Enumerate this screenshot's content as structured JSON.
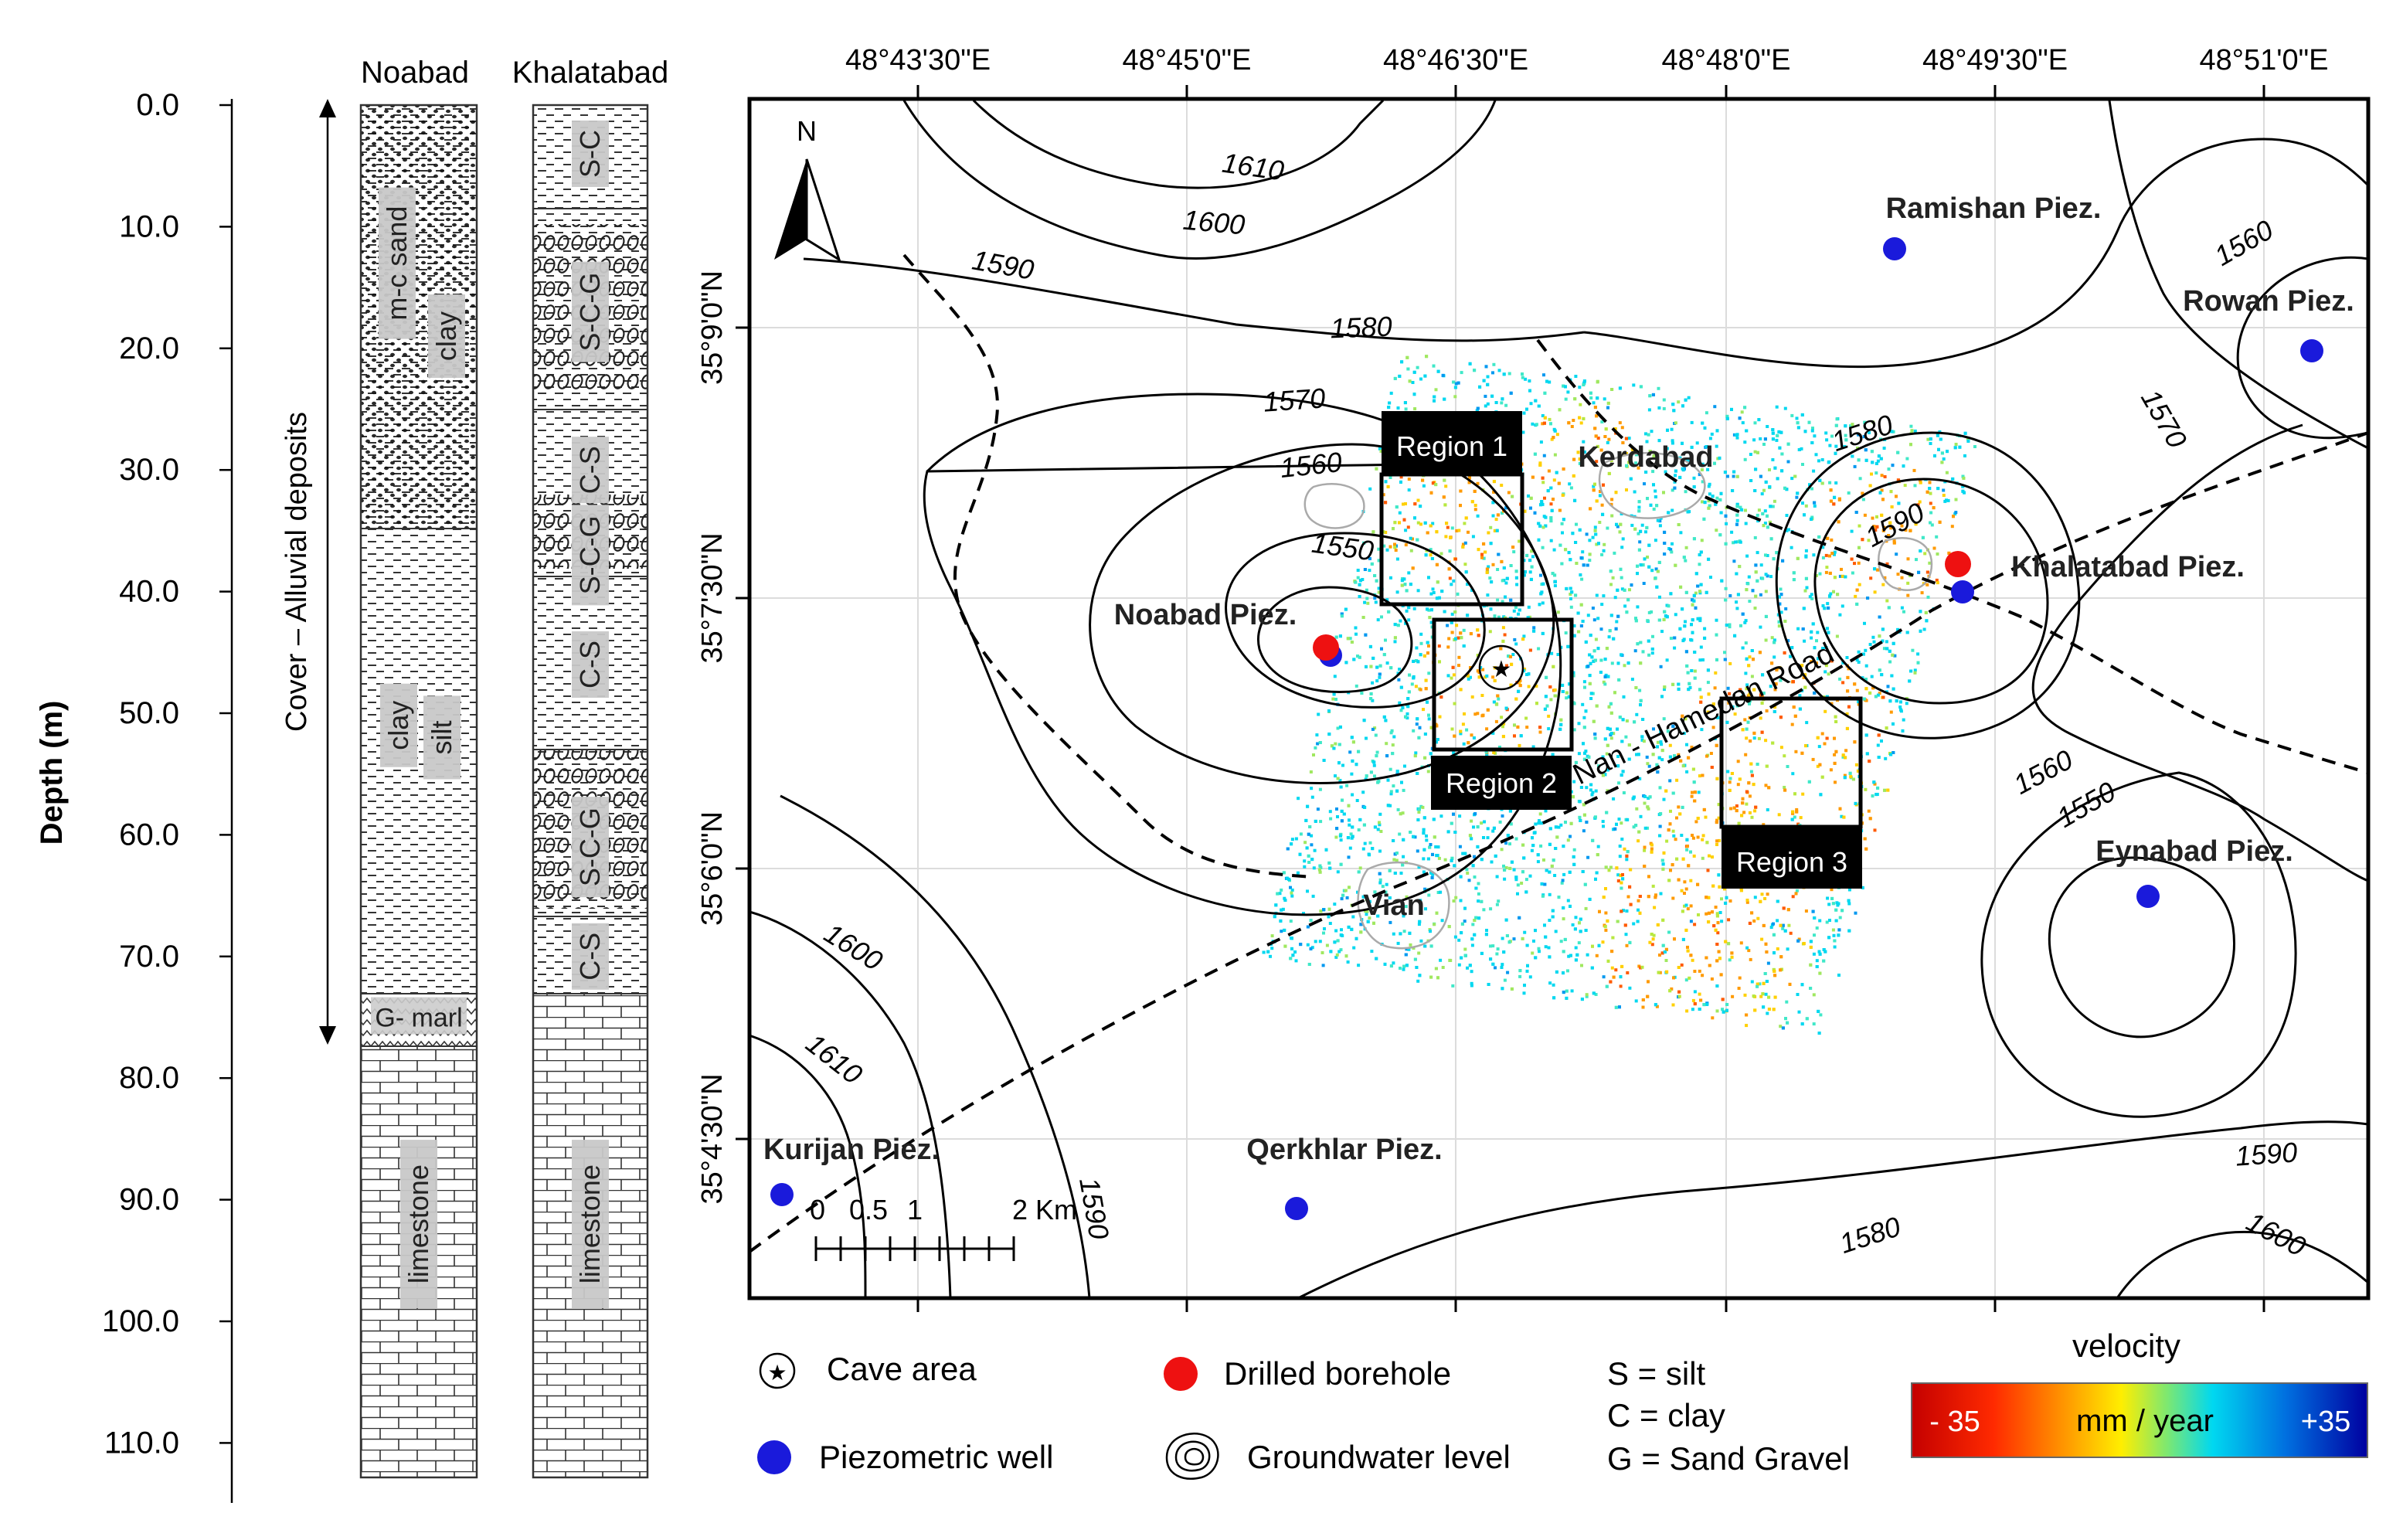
{
  "depth_axis": {
    "label": "Depth (m)",
    "ticks": [
      "0.0",
      "10.0",
      "20.0",
      "30.0",
      "40.0",
      "50.0",
      "60.0",
      "70.0",
      "80.0",
      "90.0",
      "100.0",
      "110.0"
    ],
    "cover_label": "Cover – Alluvial deposits"
  },
  "boreholes": [
    {
      "name": "Noabad",
      "labels": [
        {
          "text": "m-c sand",
          "depth": 13
        },
        {
          "text": "clay",
          "depth": 19
        },
        {
          "text": "clay",
          "depth": 51
        },
        {
          "text": "silt",
          "depth": 52
        },
        {
          "text": "G- marl",
          "depth": 75
        },
        {
          "text": "limestone",
          "depth": 92
        }
      ]
    },
    {
      "name": "Khalatabad",
      "labels": [
        {
          "text": "S-C",
          "depth": 4
        },
        {
          "text": "S-C-G",
          "depth": 17
        },
        {
          "text": "C-S",
          "depth": 30
        },
        {
          "text": "S-C-G",
          "depth": 37
        },
        {
          "text": "C-S",
          "depth": 46
        },
        {
          "text": "S-C-G",
          "depth": 61
        },
        {
          "text": "C-S",
          "depth": 70
        },
        {
          "text": "limestone",
          "depth": 92
        }
      ]
    }
  ],
  "map": {
    "lon_labels": [
      "48°43'30\"E",
      "48°45'0\"E",
      "48°46'30\"E",
      "48°48'0\"E",
      "48°49'30\"E",
      "48°51'0\"E"
    ],
    "lat_labels": [
      "35°9'0\"N",
      "35°7'30\"N",
      "35°6'0\"N",
      "35°4'30\"N"
    ],
    "north_label": "N",
    "contour_labels": [
      "1610",
      "1600",
      "1590",
      "1580",
      "1570",
      "1560",
      "1550",
      "1590",
      "1580",
      "1570",
      "1560",
      "1600",
      "1610",
      "1590",
      "1590",
      "1580",
      "1600",
      "1560",
      "1550"
    ],
    "wells": [
      "Ramishan Piez.",
      "Rowan Piez.",
      "Khalatabad Piez.",
      "Noabad Piez.",
      "Eynabad Piez.",
      "Kurijan Piez.",
      "Qerkhlar Piez."
    ],
    "places": [
      "Kerdabad",
      "Vian"
    ],
    "road_label": "Nan - Hamedan Road",
    "regions": [
      "Region 1",
      "Region 2",
      "Region 3"
    ],
    "scale_labels": [
      "0",
      "0.5",
      "1",
      "2 Km"
    ]
  },
  "legend": {
    "cave": "Cave area",
    "borehole": "Drilled borehole",
    "well": "Piezometric well",
    "groundwater": "Groundwater level",
    "abbrev": [
      "S = silt",
      "C = clay",
      "G = Sand Gravel"
    ],
    "velocity_title": "velocity",
    "velocity_min": "- 35",
    "velocity_unit": "mm / year",
    "velocity_max": "+35"
  },
  "colors": {
    "borehole": "#ee1111",
    "well": "#1a1adb",
    "velocity_low": "#c40000",
    "velocity_mid": "#ffee00",
    "velocity_cyan": "#00d8f0",
    "velocity_high": "#0000a0"
  }
}
